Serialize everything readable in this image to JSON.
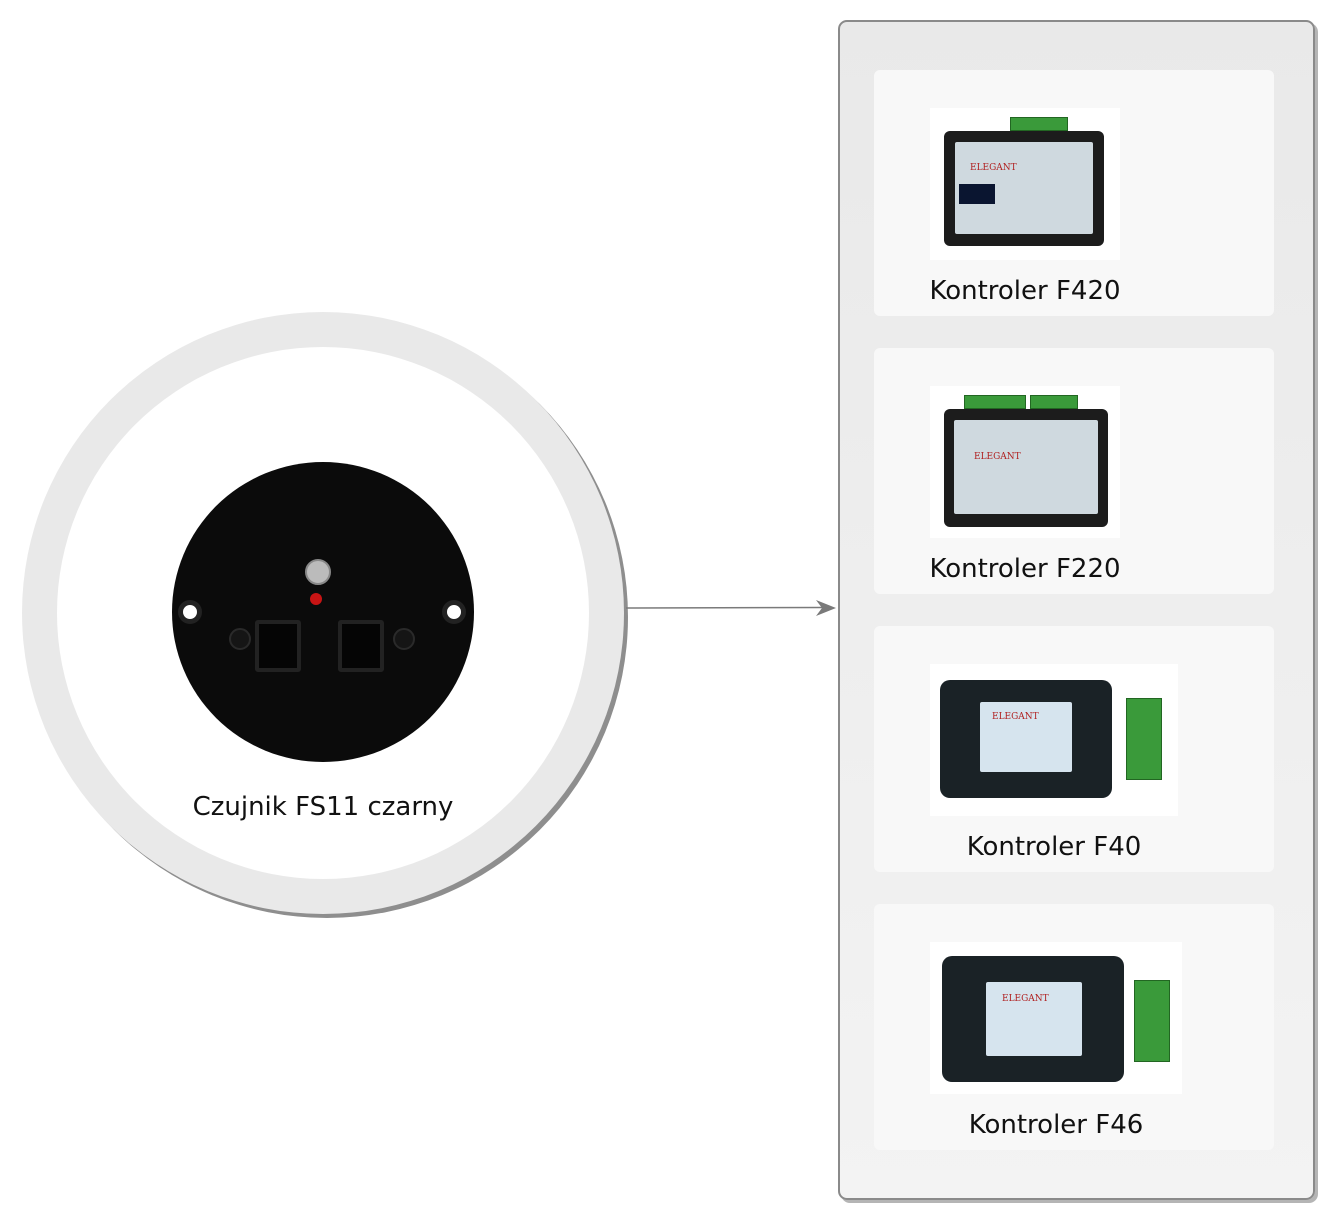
{
  "sensor": {
    "label": "Czujnik FS11 czarny",
    "icon": "sensor-image"
  },
  "panel": {
    "items": [
      {
        "label": "Kontroler F420",
        "brand": "ELEGANT"
      },
      {
        "label": "Kontroler F220",
        "brand": "ELEGANT"
      },
      {
        "label": "Kontroler F40",
        "brand": "ELEGANT"
      },
      {
        "label": "Kontroler F46",
        "brand": "ELEGANT"
      }
    ]
  },
  "colors": {
    "ring": "#e9e9e9",
    "ring_shadow": "#8e8e8e",
    "arrow": "#7a7a7a",
    "panel_border": "#8a8a8a"
  }
}
